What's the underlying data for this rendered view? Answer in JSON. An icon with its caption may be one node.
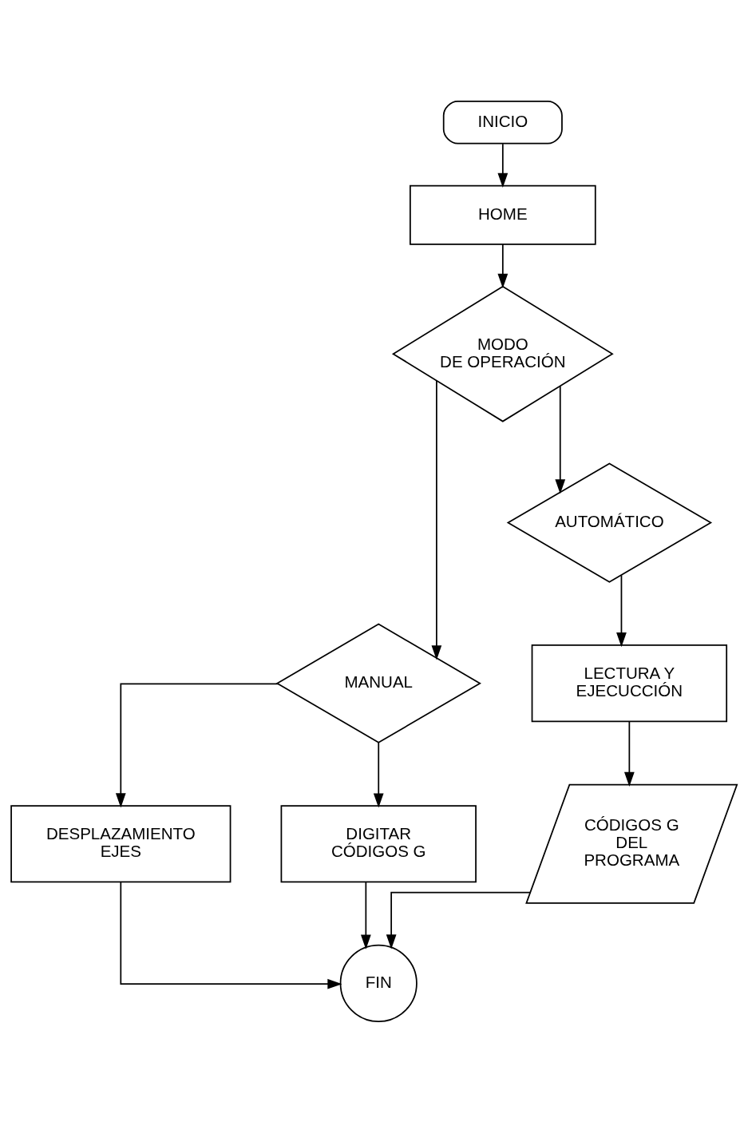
{
  "diagram": {
    "nodes": [
      {
        "text": [
          "INICIO"
        ]
      },
      {
        "text": [
          "HOME"
        ]
      },
      {
        "text": [
          "MODO DE OPERACIÓN"
        ]
      },
      {
        "text": [
          "MANUAL"
        ]
      },
      {
        "text": [
          "AUTOMÁTICO"
        ]
      },
      {
        "text": [
          "DESPLAZAMIENTO EJES"
        ]
      },
      {
        "text": [
          "DIGITAR CÓDIGOS G"
        ]
      },
      {
        "text": [
          "LECTURA Y EJECUCCIÓN"
        ]
      },
      {
        "text": [
          "CÓDIGOS G DEL PROGRAMA"
        ]
      },
      {
        "text": [
          "FIN"
        ]
      }
    ],
    "edges": [
      {
        "from": 0,
        "to": 1,
        "arrow": "to"
      },
      {
        "from": 1,
        "to": 2,
        "arrow": "to"
      },
      {
        "from": 2,
        "to": 3,
        "arrow": "to"
      },
      {
        "from": 2,
        "to": 4,
        "arrow": "to"
      },
      {
        "from": 3,
        "to": 5,
        "arrow": "to"
      },
      {
        "from": 3,
        "to": 6,
        "arrow": "to"
      },
      {
        "from": 4,
        "to": 7,
        "arrow": "to"
      },
      {
        "from": 7,
        "to": 8,
        "arrow": "to"
      },
      {
        "from": 5,
        "to": 9,
        "arrow": "to"
      },
      {
        "from": 6,
        "to": 9,
        "arrow": "to"
      },
      {
        "from": 8,
        "to": 9,
        "arrow": "to"
      }
    ]
  }
}
